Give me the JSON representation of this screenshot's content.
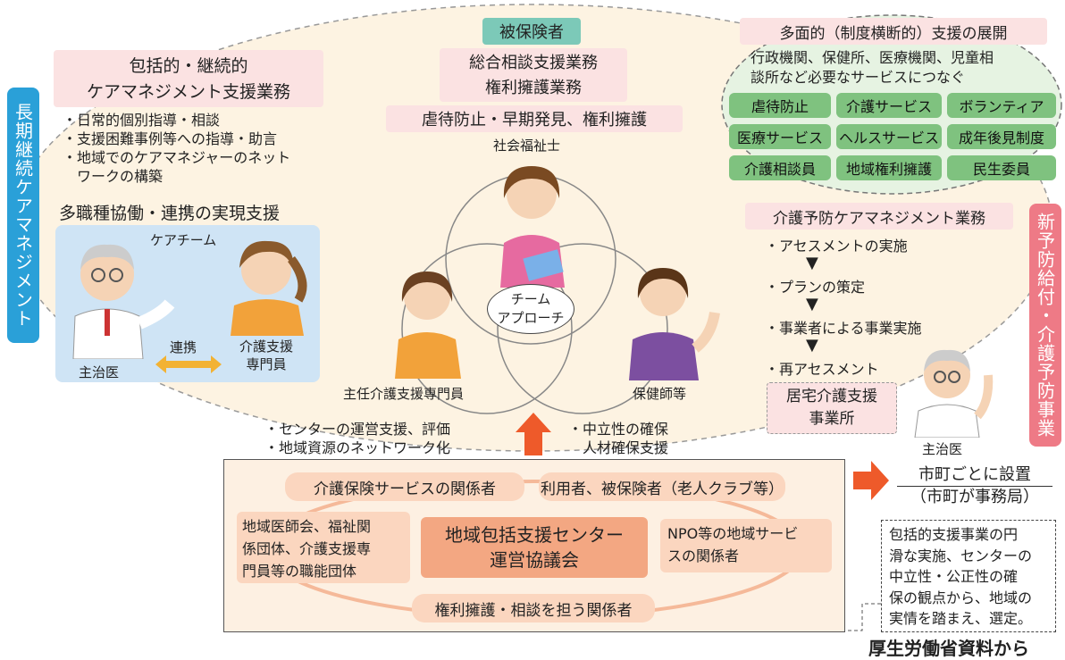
{
  "colors": {
    "blue_tab": "#2aa0d8",
    "pink_tab": "#ee7a86",
    "green": "#7fc27f",
    "teal": "#7cc9b8",
    "orange_arrow": "#ee5a2a"
  },
  "side_left": "長期継続ケアマネジメント",
  "side_right": "新予防給付・介護予防事業",
  "center_top_label": "被保険者",
  "center_services": [
    "総合相談支援業務",
    "権利擁護業務"
  ],
  "center_abuse": "虐待防止・早期発見、権利擁護",
  "left": {
    "title_lines": [
      "包括的・継続的",
      "ケアマネジメント支援業務"
    ],
    "bullets": [
      "・日常的個別指導・相談",
      "・支援困難事例等への指導・助言",
      "・地域でのケアマネジャーのネット",
      "　ワークの構築"
    ],
    "collab_title": "多職種協働・連携の実現支援",
    "care_team": "ケアチーム",
    "doctor": "主治医",
    "link": "連携",
    "cm_lines": [
      "介護支援",
      "専門員"
    ]
  },
  "right": {
    "title": "多面的（制度横断的）支援の展開",
    "desc_lines": [
      "行政機関、保健所、医療機関、児童相",
      "談所など必要なサービスにつなぐ"
    ],
    "pills": [
      "虐待防止",
      "介護サービス",
      "ボランティア",
      "医療サービス",
      "ヘルスサービス",
      "成年後見制度",
      "介護相談員",
      "地域権利擁護",
      "民生委員"
    ]
  },
  "prevention": {
    "title": "介護予防ケアマネジメント業務",
    "steps": [
      "・アセスメントの実施",
      "・プランの策定",
      "・事業者による事業実施",
      "・再アセスメント"
    ],
    "office_lines": [
      "居宅介護支援",
      "事業所"
    ],
    "doctor": "主治医"
  },
  "team": {
    "social_worker": "社会福祉士",
    "chief_cm": "主任介護支援専門員",
    "nurse": "保健師等",
    "approach_lines": [
      "チーム",
      "アプローチ"
    ]
  },
  "support_left": [
    "・センターの運営支援、評価",
    "・地域資源のネットワーク化"
  ],
  "support_right": [
    "・中立性の確保",
    "　人材確保支援"
  ],
  "council": {
    "center_lines": [
      "地域包括支援センター",
      "運営協議会"
    ],
    "top_left": "介護保険サービスの関係者",
    "top_right": "利用者、被保険者（老人クラブ等）",
    "left_lines": [
      "地域医師会、福祉関",
      "係団体、介護支援専",
      "門員等の職能団体"
    ],
    "right_lines": [
      "NPO等の地域サービ",
      "スの関係者"
    ],
    "bottom": "権利擁護・相談を担う関係者"
  },
  "city": {
    "lines": [
      "市町ごとに設置",
      "（市町が事務局）"
    ],
    "note_lines": [
      "包括的支援事業の円",
      "滑な実施、センターの",
      "中立性・公正性の確",
      "保の観点から、地域の",
      "実情を踏まえ、選定。"
    ]
  },
  "source": "厚生労働省資料から"
}
